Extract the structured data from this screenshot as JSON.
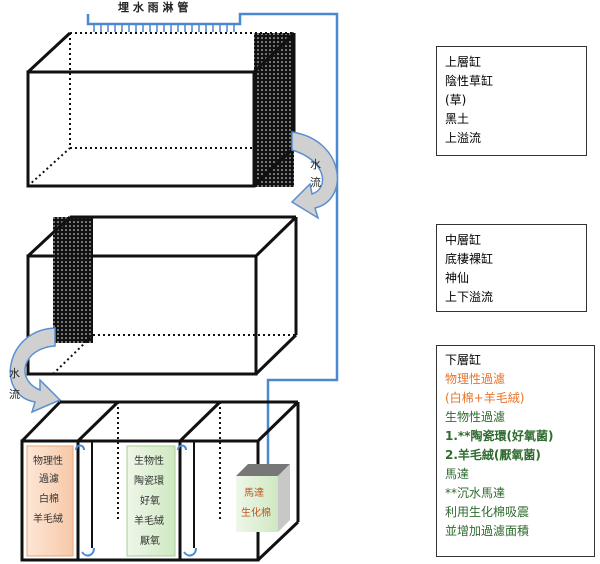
{
  "pipe_label": "埋 水 雨 淋 管",
  "flow_label_top": [
    "水",
    "流"
  ],
  "flow_label_mid": [
    "水",
    "流"
  ],
  "bottom_panels": {
    "physical": [
      "物理性",
      "過濾",
      "白棉",
      "羊毛絨"
    ],
    "biological": [
      "生物性",
      "陶瓷環",
      "好氧",
      "羊毛絨",
      "厭氧"
    ],
    "pump": [
      "馬達",
      "生化棉"
    ]
  },
  "upper_box": [
    "上層缸",
    "陰性草缸",
    "(草)",
    "黑土",
    "上溢流"
  ],
  "middle_box": [
    "中層缸",
    "底棲裸缸",
    "神仙",
    "上下溢流"
  ],
  "lower_box": {
    "line1": "下層缸",
    "line2": "物理性過濾",
    "line3": "(白棉+羊毛絨)",
    "line4": "生物性過濾",
    "line5": "1.**陶瓷環(好氧菌)",
    "line6": "2.羊毛絨(厭氧菌)",
    "line7": "馬達",
    "line8": "**沉水馬達",
    "line9": "利用生化棉吸震",
    "line10": "並增加過濾面積"
  },
  "colors": {
    "pipe": "#4a88d0",
    "arrow": "#d0d0d0",
    "arrow_edge": "#5b8fd0",
    "orange": "#e8742a",
    "green": "#2f6b2f"
  }
}
